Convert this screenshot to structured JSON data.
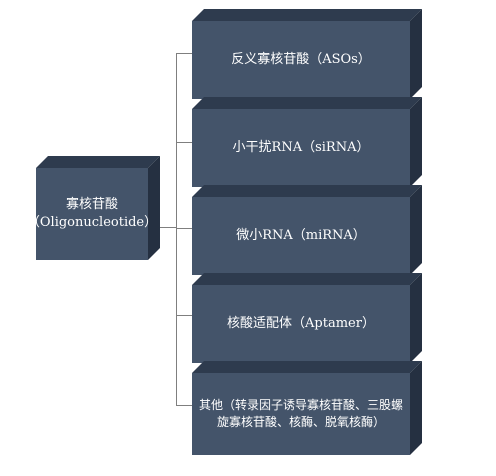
{
  "root": {
    "label_line1": "寡核苷酸",
    "label_line2": "（Oligonucleotide）"
  },
  "categories": [
    {
      "label": "反义寡核苷酸（ASOs）"
    },
    {
      "label": "小干扰RNA（siRNA）"
    },
    {
      "label": "微小RNA（miRNA）"
    },
    {
      "label": "核酸适配体（Aptamer）"
    },
    {
      "label": "其他（转录因子诱导寡核苷酸、三股螺旋寡核苷酸、核酶、脱氧核酶）"
    }
  ],
  "colors": {
    "box_front": "#44546a",
    "box_top": "#2e3b4e",
    "box_side": "#253041",
    "connector": "#7f7f7f"
  }
}
